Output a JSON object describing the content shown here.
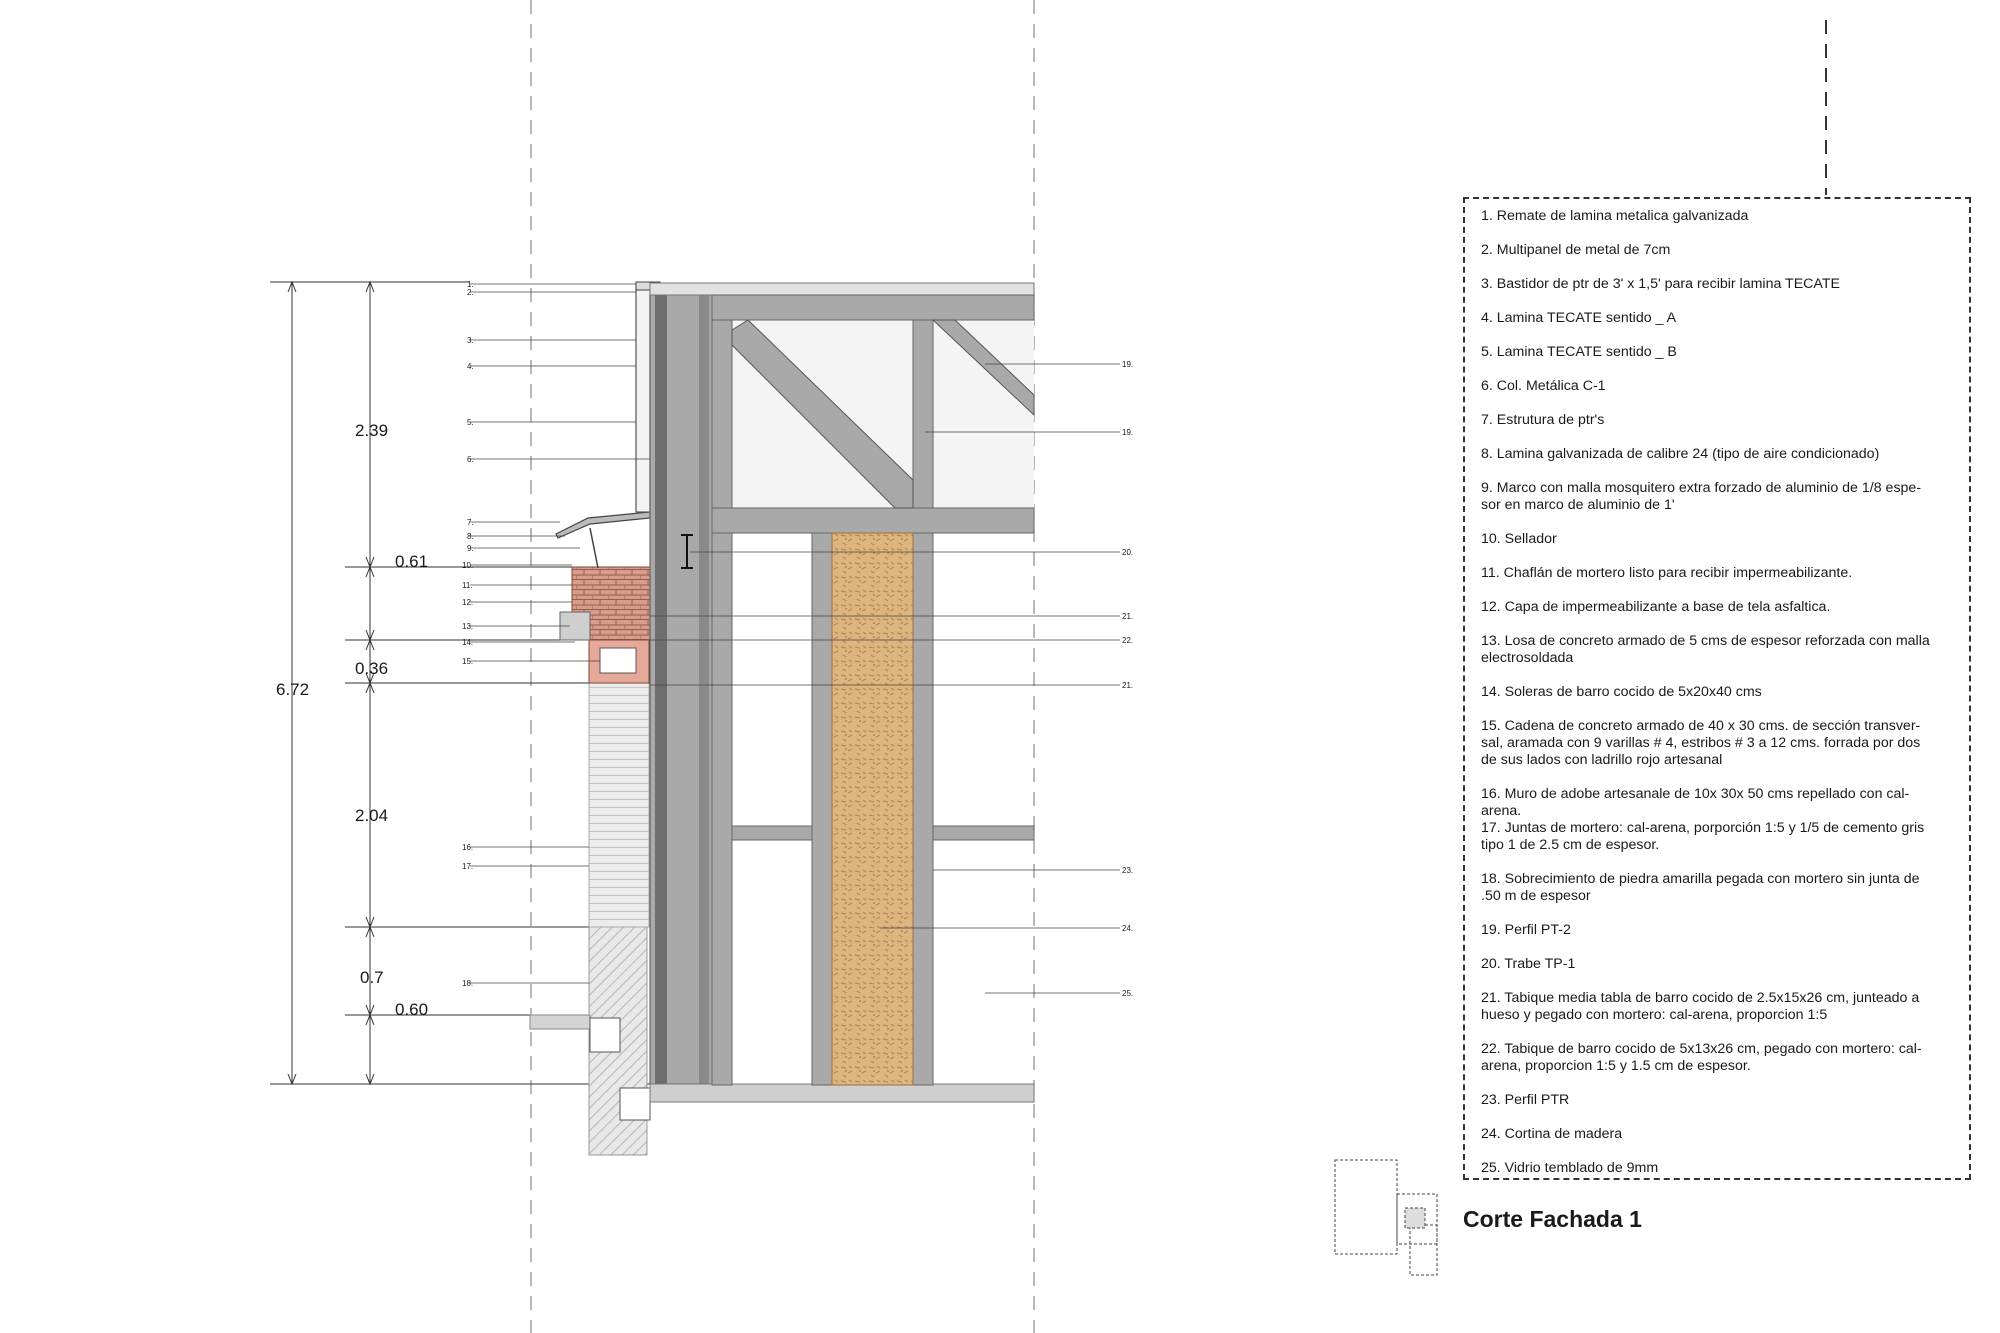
{
  "sheet": {
    "title": "Corte Fachada 1"
  },
  "dimensions": {
    "total": "6.72",
    "d1": "2.39",
    "d2": "0.61",
    "d3": "0.36",
    "d4": "2.04",
    "d5": "0.7",
    "d6": "0.60"
  },
  "tags_left": [
    "1.",
    "2.",
    "3.",
    "4.",
    "5.",
    "6.",
    "7.",
    "8.",
    "9.",
    "10.",
    "11.",
    "12.",
    "13.",
    "14.",
    "15.",
    "16.",
    "17.",
    "18."
  ],
  "tags_right": [
    "19.",
    "19.",
    "20.",
    "21.",
    "22.",
    "21.",
    "23.",
    "24.",
    "25."
  ],
  "legend": [
    "1. Remate de lamina metalica galvanizada",
    "2. Multipanel de metal de 7cm",
    "3. Bastidor de ptr de 3' x 1,5' para recibir lamina TECATE",
    "4. Lamina TECATE sentido _ A",
    "5. Lamina TECATE sentido _ B",
    "6. Col. Metálica C-1",
    "7. Estrutura de ptr's",
    "8. Lamina galvanizada de calibre 24 (tipo de aire condicionado)",
    "9. Marco con malla mosquitero extra forzado de aluminio de 1/8 espe-\nsor en marco de aluminio de 1'",
    "10. Sellador",
    "11. Chaflán de mortero listo para recibir impermeabilizante.",
    "12. Capa de impermeabilizante a base de tela asfaltica.",
    "13. Losa de concreto armado de 5 cms de espesor reforzada con malla\nelectrosoldada",
    "14. Soleras de barro cocido de 5x20x40 cms",
    "15. Cadena de concreto armado de 40 x 30 cms. de sección transver-\nsal, aramada con 9 varillas # 4, estribos # 3 a 12 cms. forrada por dos\nde sus lados con ladrillo rojo artesanal",
    "16. Muro de adobe artesanale de 10x 30x 50 cms repellado con cal-\narena.",
    "17. Juntas de mortero: cal-arena, porporción 1:5 y 1/5 de cemento gris\ntipo 1 de 2.5 cm de espesor.",
    "18. Sobrecimiento de piedra amarilla pegada con mortero sin junta de\n.50 m de espesor",
    "19. Perfil PT-2",
    "20. Trabe TP-1",
    "21. Tabique media tabla de barro cocido de 2.5x15x26 cm, junteado a\nhueso y pegado con mortero: cal-arena, proporcion 1:5",
    "22. Tabique de barro cocido de 5x13x26 cm, pegado con mortero: cal-\narena, proporcion 1:5 y 1.5 cm de espesor.",
    "23. Perfil PTR",
    "24. Cortina de madera",
    "25. Vidrio temblado de 9mm"
  ],
  "colors": {
    "steel": "#a9a9a9",
    "steel_dark": "#6e6e6e",
    "wood": "#d9b27c",
    "brick": "#c98a7a",
    "adobe": "#e4e4e4",
    "line": "#333333"
  }
}
